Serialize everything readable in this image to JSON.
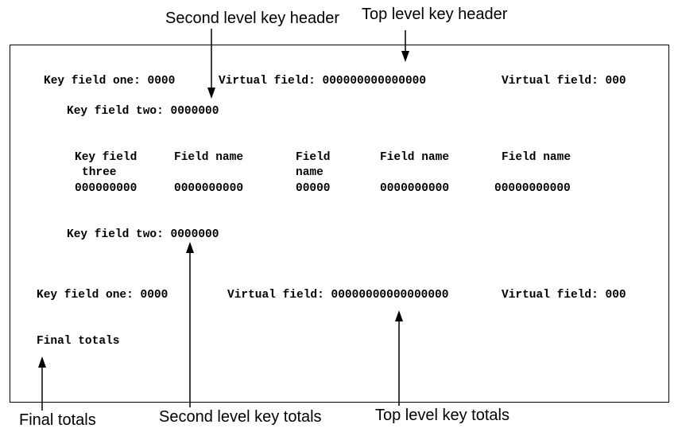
{
  "callouts": {
    "second_level_header": "Second level key header",
    "top_level_header": "Top level key header",
    "final_totals": "Final totals",
    "second_level_totals": "Second level key totals",
    "top_level_totals": "Top level key totals"
  },
  "report": {
    "header_row": {
      "key_one": "Key field one: 0000",
      "virtual_1": "Virtual field: 000000000000000",
      "virtual_2": "Virtual field: 000"
    },
    "key_two_header": "Key field two: 0000000",
    "columns": {
      "col1_line1": "Key field",
      "col1_line2": "three",
      "col2": "Field name",
      "col3_line1": "Field",
      "col3_line2": "name",
      "col4": "Field name",
      "col5": "Field name"
    },
    "detail_row": {
      "c1": "000000000",
      "c2": "0000000000",
      "c3": "00000",
      "c4": "0000000000",
      "c5": "00000000000"
    },
    "key_two_totals": "Key field two: 0000000",
    "totals_row": {
      "key_one": "Key field one: 0000",
      "virtual_1": "Virtual field: 00000000000000000",
      "virtual_2": "Virtual field: 000"
    },
    "final_totals": "Final totals"
  }
}
